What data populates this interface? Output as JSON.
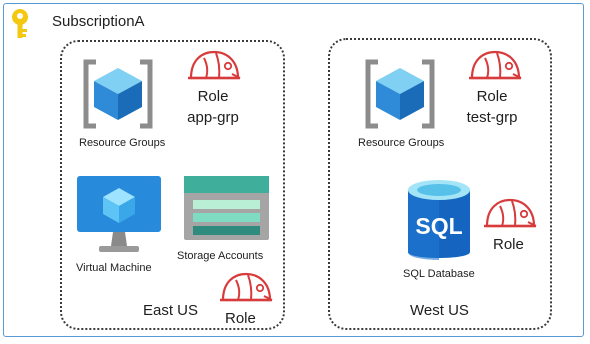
{
  "subscription": {
    "name": "SubscriptionA",
    "key_icon": "key-icon",
    "key_color": "#f2c811"
  },
  "regions": [
    {
      "name": "East US",
      "resource_group": {
        "label": "Resource Groups",
        "role": "Role",
        "name": "app-grp"
      },
      "resources": [
        {
          "label": "Virtual Machine",
          "icon": "virtual-machine-icon"
        },
        {
          "label": "Storage Accounts",
          "icon": "storage-accounts-icon"
        }
      ],
      "region_role": "Role"
    },
    {
      "name": "West US",
      "resource_group": {
        "label": "Resource Groups",
        "role": "Role",
        "name": "test-grp"
      },
      "resources": [
        {
          "label": "SQL Database",
          "icon": "sql-database-icon",
          "icon_text": "SQL",
          "role": "Role"
        }
      ]
    }
  ],
  "colors": {
    "frame_border": "#5a9bd5",
    "role_helmet": "#d83b3b",
    "azure_blue": "#0078d4",
    "storage_green": "#3fae9b"
  }
}
